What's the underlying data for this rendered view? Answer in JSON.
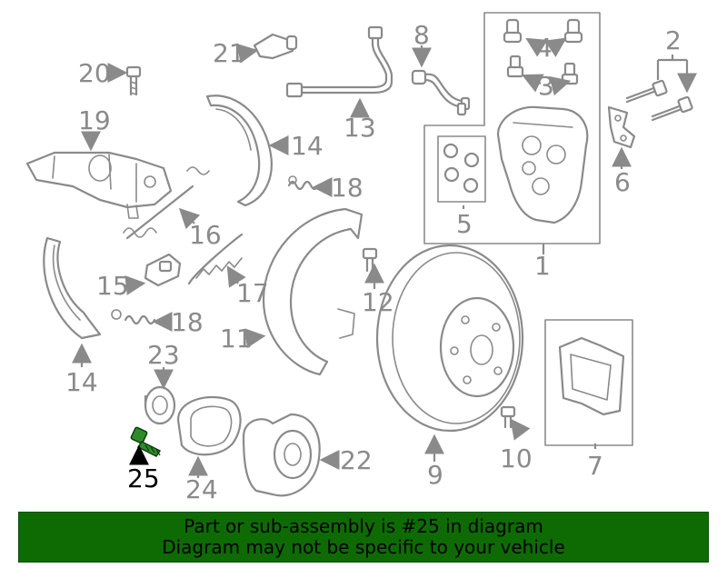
{
  "callouts": {
    "c1": "1",
    "c2": "2",
    "c3": "3",
    "c4": "4",
    "c5": "5",
    "c6": "6",
    "c7": "7",
    "c8": "8",
    "c9": "9",
    "c10": "10",
    "c11": "11",
    "c12": "12",
    "c13": "13",
    "c14a": "14",
    "c14b": "14",
    "c15": "15",
    "c16": "16",
    "c17": "17",
    "c18a": "18",
    "c18b": "18",
    "c19": "19",
    "c20": "20",
    "c21": "21",
    "c22": "22",
    "c23": "23",
    "c24": "24",
    "c25": "25"
  },
  "highlight": {
    "part_number": "25",
    "color": "#2f8b2a"
  },
  "banner": {
    "line1": "Part or sub-assembly is #25 in diagram",
    "line2": "Diagram may not be specific to your vehicle",
    "background": "#0e6b04"
  }
}
